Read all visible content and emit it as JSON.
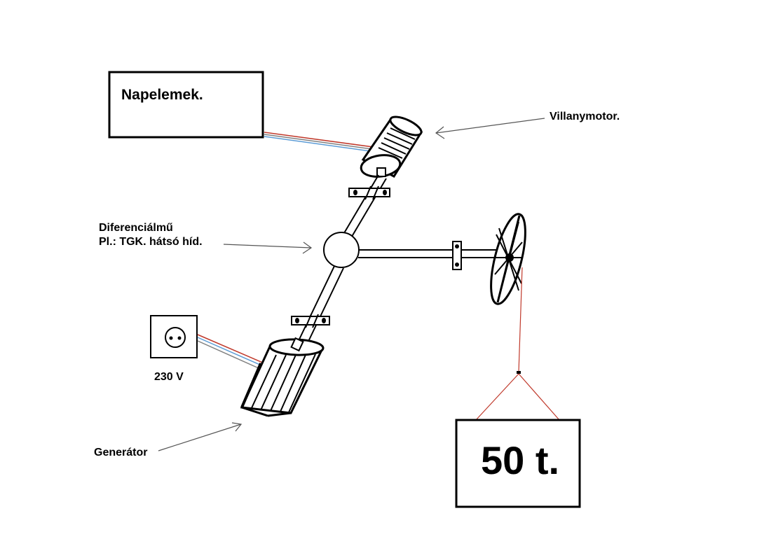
{
  "labels": {
    "solar_panels": "Napelemek.",
    "electric_motor": "Villanymotor.",
    "differential_line1": "Diferenciálmű",
    "differential_line2": "Pl.: TGK. hátsó híd.",
    "socket_voltage": "230 V",
    "generator": "Generátor",
    "weight": "50 t."
  },
  "colors": {
    "stroke": "#000000",
    "wire_red": "#c0392b",
    "wire_blue": "#5b9bd5",
    "wire_grey": "#808080",
    "background": "#ffffff"
  }
}
